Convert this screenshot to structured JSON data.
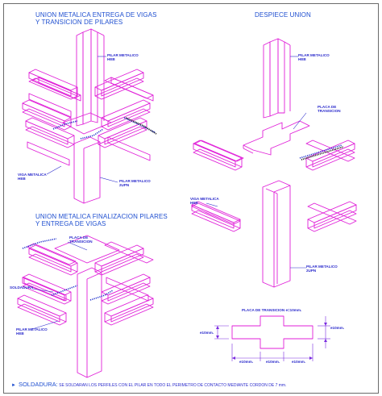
{
  "titles": {
    "union_entrega_1": "UNION METALICA ENTREGA DE VIGAS",
    "union_entrega_2": "Y TRANSICION DE PILARES",
    "despiece": "DESPIECE UNION",
    "union_final_1": "UNION METALICA FINALIZACION PILARES",
    "union_final_2": "Y ENTREGA DE VIGAS"
  },
  "labels": {
    "pilar_metalico": "PILAR METALICO",
    "heb": "HEB",
    "upn": "2UPN",
    "viga_metalica": "VIGA METALICA",
    "placa_de": "PLACA DE",
    "transicion": "TRANSICION",
    "soldadura_tag": "SOLDADURA"
  },
  "plate_detail": {
    "title": "PLACA DE TRANSICION e=10mm.",
    "height_left": "e10mm.",
    "height_right": "e10mm.",
    "dim_a": "e10mm.",
    "dim_b": "e10mm.",
    "dim_c": "e10mm."
  },
  "footer": {
    "term": "SOLDADURA:",
    "text": "SE SOLDARAN LOS PERFILES CON EL PILAR EN TODO EL PERIMETRO DE CONTACTO MEDIANTE CORDON DE 7 mm."
  },
  "colors": {
    "steel_outline": "#e01fd8",
    "weld": "#2233cc",
    "text": "#1f4fd0",
    "dims": "#7a2be0"
  }
}
